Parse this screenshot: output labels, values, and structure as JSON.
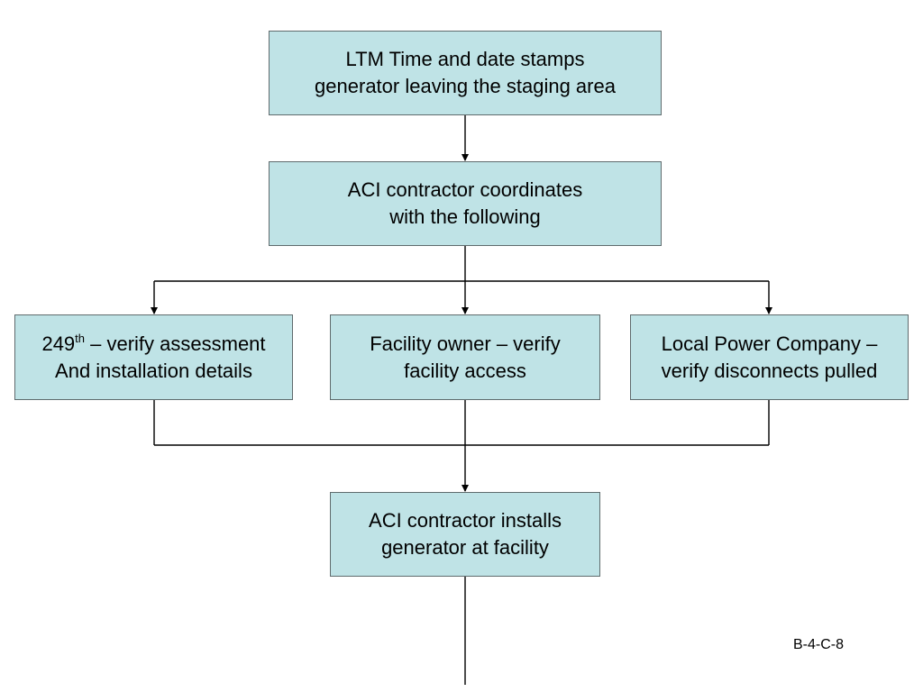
{
  "diagram": {
    "nodes": {
      "staging": {
        "line1": "LTM Time and date stamps",
        "line2": "generator leaving the staging area"
      },
      "coordinate": {
        "line1": "ACI contractor coordinates",
        "line2": "with the following"
      },
      "unit249": {
        "number": "249",
        "suffix": "th",
        "line1_rest": " – verify assessment",
        "line2": "And installation details"
      },
      "facility_owner": {
        "line1": "Facility owner – verify",
        "line2": "facility access"
      },
      "power_company": {
        "line1": "Local Power Company –",
        "line2": "verify disconnects pulled"
      },
      "install": {
        "line1": "ACI contractor installs",
        "line2": "generator at facility"
      }
    },
    "edges": [
      {
        "from": "staging",
        "to": "coordinate"
      },
      {
        "from": "coordinate",
        "to": "unit249"
      },
      {
        "from": "coordinate",
        "to": "facility_owner"
      },
      {
        "from": "coordinate",
        "to": "power_company"
      },
      {
        "from": "unit249",
        "to": "install"
      },
      {
        "from": "facility_owner",
        "to": "install"
      },
      {
        "from": "power_company",
        "to": "install"
      }
    ],
    "colors": {
      "box_fill": "#bfe3e6",
      "box_border": "#5f6b6d",
      "line": "#000000"
    }
  },
  "page_label": "B-4-C-8"
}
